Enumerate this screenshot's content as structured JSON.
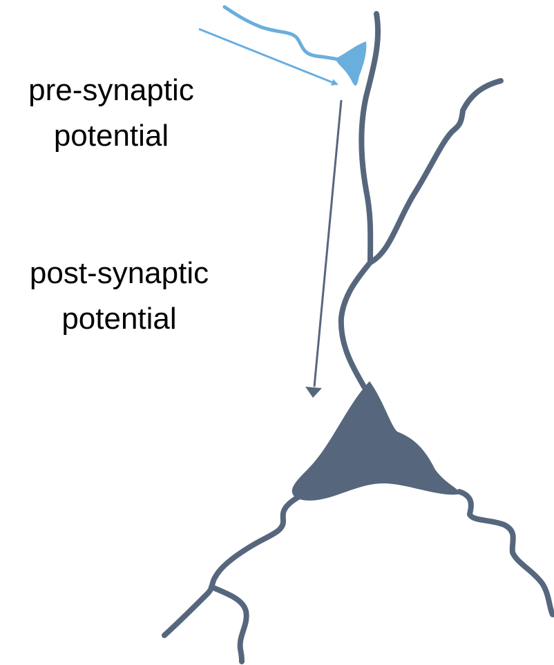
{
  "labels": {
    "pre_synaptic_line1": "pre-synaptic",
    "pre_synaptic_line2": "potential",
    "post_synaptic_line1": "post-synaptic",
    "post_synaptic_line2": "potential"
  },
  "colors": {
    "presynaptic_axon": "#6aaede",
    "neuron": "#56677d",
    "text": "#000000"
  }
}
